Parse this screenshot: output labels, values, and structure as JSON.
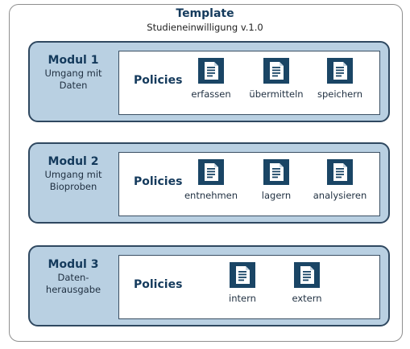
{
  "header": {
    "title": "Template",
    "subtitle": "Studieneinwilligung v.1.0"
  },
  "modules": [
    {
      "name": "Modul 1",
      "description": "Umgang mit\nDaten",
      "policies_label": "Policies",
      "items": [
        {
          "label": "erfassen",
          "icon": "document-icon"
        },
        {
          "label": "übermitteln",
          "icon": "document-icon"
        },
        {
          "label": "speichern",
          "icon": "document-icon"
        }
      ]
    },
    {
      "name": "Modul 2",
      "description": "Umgang mit\nBioproben",
      "policies_label": "Policies",
      "items": [
        {
          "label": "entnehmen",
          "icon": "document-icon"
        },
        {
          "label": "lagern",
          "icon": "document-icon"
        },
        {
          "label": "analysieren",
          "icon": "document-icon"
        }
      ]
    },
    {
      "name": "Modul 3",
      "description": "Daten-\nherausgabe",
      "policies_label": "Policies",
      "items": [
        {
          "label": "intern",
          "icon": "document-icon"
        },
        {
          "label": "extern",
          "icon": "document-icon"
        }
      ]
    }
  ],
  "colors": {
    "module_fill": "#b9d0e2",
    "module_border": "#2f4860",
    "icon_tile": "#1a4565",
    "title_text": "#143a5c"
  }
}
